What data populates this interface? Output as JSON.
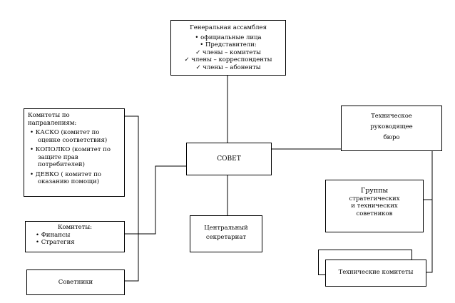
{
  "general_assembly": {
    "title": "Генеральная ассамблея",
    "items": [
      "официальные лица",
      "Представители:"
    ],
    "subitems": [
      "члены – комитеты",
      "члены – корреспонденты",
      "члены – абоненты"
    ]
  },
  "council": {
    "title": "СОВЕТ"
  },
  "direction_committees": {
    "title_line1": "Комитеты по",
    "title_line2": "направлениям:",
    "items": [
      {
        "line1": "КАСКО (комитет по",
        "line2": "оценке соответствия)"
      },
      {
        "line1": "КОПОЛКО (комитет по",
        "line2": "защите прав потребителей)"
      },
      {
        "line1": "ДЕВКО ( комитет по",
        "line2": "оказанию помощи)"
      }
    ]
  },
  "committees": {
    "title": "Комитеты:",
    "items": [
      "Финансы",
      "Стратегия"
    ]
  },
  "advisers": {
    "title": "Советники"
  },
  "central_secretariat": {
    "line1": "Центральный",
    "line2": "секретариат"
  },
  "technical_board": {
    "line1": "Техническое",
    "line2": "руководящее",
    "line3": "бюро"
  },
  "strategic_groups": {
    "line1": "Группы",
    "line2": "стратегических",
    "line3": "и технических",
    "line4": "советников"
  },
  "technical_committees": {
    "title": "Технические комитеты"
  }
}
